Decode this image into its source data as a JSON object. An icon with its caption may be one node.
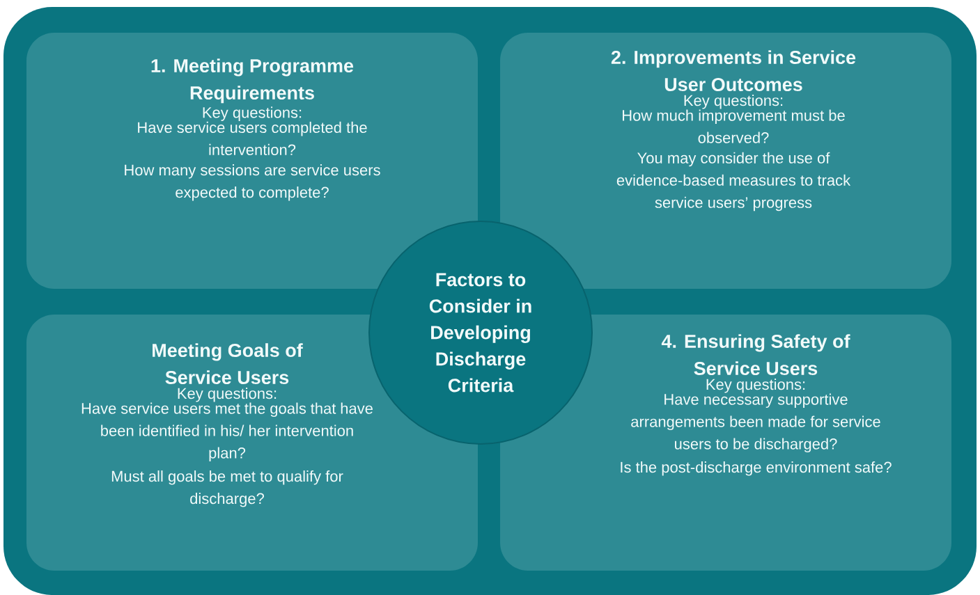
{
  "diagram": {
    "nodes": [
      {
        "text": [
          "1. Meeting Programme Requirements",
          "Key questions:",
          "Have service users completed the intervention?",
          "How many sessions are service users expected to complete?"
        ]
      },
      {
        "text": [
          "2. Improvements in Service User Outcomes",
          "Key questions:",
          "How much improvement must be observed?",
          "You may consider the use of evidence-based measures to track service users’ progress"
        ]
      },
      {
        "text": [
          "Factors to Consider in Developing Discharge Criteria"
        ]
      },
      {
        "text": [
          "Meeting Goals of Service Users",
          "Key questions:",
          "Have service users met the goals that have been identified in his/ her intervention plan?",
          "Must all goals be met to qualify for discharge?"
        ]
      },
      {
        "text": [
          "4. Ensuring Safety of Service Users",
          "Key questions:",
          "Have necessary supportive arrangements been made for service users to be discharged?",
          "Is the post-discharge environment safe?"
        ]
      }
    ]
  }
}
